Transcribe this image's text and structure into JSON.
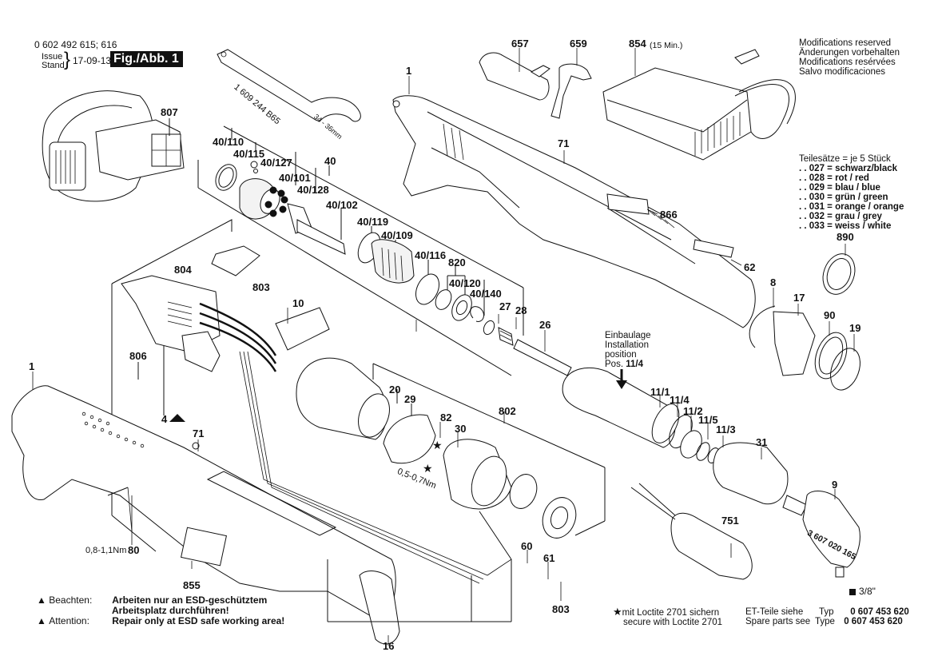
{
  "header": {
    "part_numbers": "0 602 492 615; 616",
    "issue_label_1": "Issue",
    "issue_label_2": "Stand",
    "issue_brace": "}",
    "issue_date": "17-09-13",
    "figure_label": "Fig./Abb. 1"
  },
  "modifications_notice": [
    "Modifications reserved",
    "Änderungen vorbehalten",
    "Modifications resérvées",
    "Salvo modificaciones"
  ],
  "part_sets": {
    "title": "Teilesätze = je 5 Stück",
    "items": [
      ". . 027 = schwarz/black",
      ". . 028 = rot / red",
      ". . 029 = blau / blue",
      ". . 030 = grün / green",
      ". . 031 = orange / orange",
      ". . 032 = grau / grey",
      ". . 033 = weiss / white"
    ]
  },
  "tool_markings": {
    "spanner_number": "1 609 244 B65",
    "spanner_size": "34 - 36mm",
    "angle_head_number": "3 607 020 165",
    "square_drive": "3/8\"",
    "charger_time": "(15 Min.)"
  },
  "installation_note": {
    "lines": [
      "Einbaulage",
      "Installation",
      "position"
    ],
    "pos_label": "Pos.",
    "pos_value": "11/4"
  },
  "torque_specs": {
    "screw_82": "0,5-0,7Nm",
    "screw_80": "0,8-1,1Nm"
  },
  "part_labels": {
    "p657": "657",
    "p659": "659",
    "p854": "854",
    "p1_top": "1",
    "p71_top": "71",
    "p866": "866",
    "p62": "62",
    "p890": "890",
    "p8": "8",
    "p17": "17",
    "p90": "90",
    "p19": "19",
    "p807": "807",
    "p40_110": "40/110",
    "p40_115": "40/115",
    "p40_127": "40/127",
    "p40_101": "40/101",
    "p40_128": "40/128",
    "p40": "40",
    "p40_102": "40/102",
    "p40_119": "40/119",
    "p40_109": "40/109",
    "p40_116": "40/116",
    "p820": "820",
    "p40_120": "40/120",
    "p40_140": "40/140",
    "p27": "27",
    "p28": "28",
    "p26": "26",
    "p804": "804",
    "p803_top": "803",
    "p10": "10",
    "p806": "806",
    "p4": "4",
    "p1_left": "1",
    "p71_left": "71",
    "p80": "80",
    "p855": "855",
    "p16": "16",
    "p20": "20",
    "p29": "29",
    "p82": "82",
    "p30": "30",
    "p802": "802",
    "p60": "60",
    "p61": "61",
    "p803_bottom": "803",
    "p11_1": "11/1",
    "p11_4": "11/4",
    "p11_2": "11/2",
    "p11_5": "11/5",
    "p11_3": "11/3",
    "p31": "31",
    "p9": "9",
    "p751": "751"
  },
  "esd_warning": {
    "de_label": "Beachten:",
    "de_line1": "Arbeiten nur an ESD-geschütztem",
    "de_line2": "Arbeitsplatz durchführen!",
    "en_label": "Attention:",
    "en_line1": "Repair only at ESD safe working area!"
  },
  "loctite_note": {
    "line1": "mit Loctite 2701 sichern",
    "line2": "secure with Loctite 2701"
  },
  "spare_parts_ref": {
    "de_label": "ET-Teile siehe",
    "de_type": "Typ",
    "de_number": "0 607 453 620",
    "en_label": "Spare parts see",
    "en_type": "Type",
    "en_number": "0 607 453 620"
  }
}
